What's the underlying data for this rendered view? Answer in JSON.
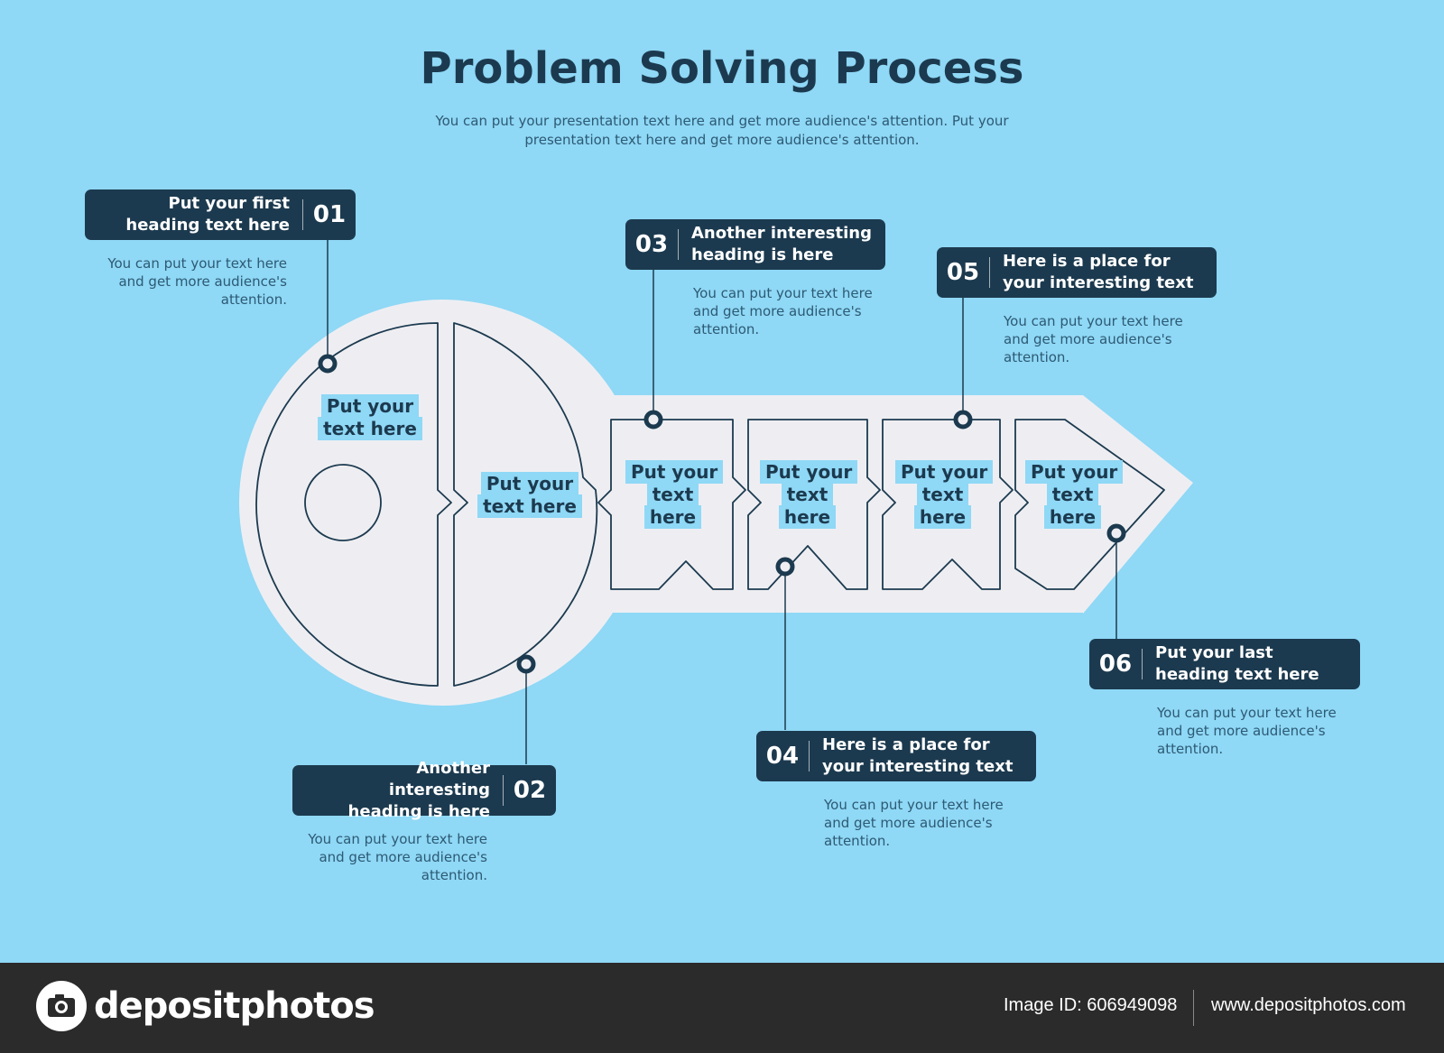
{
  "header": {
    "title": "Problem Solving Process",
    "subtitle": "You can put your presentation text here and get more audience's attention. Put your presentation text here and get more audience's attention."
  },
  "segments": [
    {
      "label": "Put your text here"
    },
    {
      "label": "Put your text here"
    },
    {
      "label": "Put your text here"
    },
    {
      "label": "Put your text here"
    },
    {
      "label": "Put your text here"
    },
    {
      "label": "Put your text here"
    }
  ],
  "steps": [
    {
      "number": "01",
      "heading": "Put your first heading text here",
      "description": "You can put your text here and get more audience's attention."
    },
    {
      "number": "02",
      "heading": "Another interesting heading is here",
      "description": "You can put your text here and get more audience's attention."
    },
    {
      "number": "03",
      "heading": "Another interesting heading is here",
      "description": "You can put your text here and get more audience's attention."
    },
    {
      "number": "04",
      "heading": "Here is a place for your interesting text",
      "description": "You can put your text here and get more audience's attention."
    },
    {
      "number": "05",
      "heading": "Here is a place for your interesting text",
      "description": "You can put your text here and get more audience's attention."
    },
    {
      "number": "06",
      "heading": "Put your last heading text here",
      "description": "You can put your text here and get more audience's attention."
    }
  ],
  "footer": {
    "logo_text": "depositphotos",
    "image_id": "Image ID: 606949098",
    "website": "www.depositphotos.com"
  },
  "colors": {
    "background": "#8fd8f6",
    "key_fill": "#eeeef2",
    "dark_navy": "#1c3a4f",
    "footer": "#2b2b2b"
  },
  "icons": [
    "camera-logo-icon"
  ]
}
